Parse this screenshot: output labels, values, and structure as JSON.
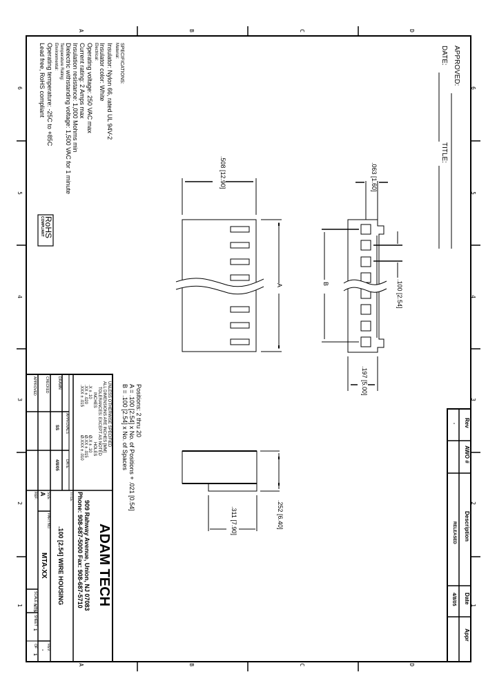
{
  "sheet_zones": {
    "columns": [
      "A",
      "B",
      "C",
      "D"
    ],
    "rows": [
      "6",
      "5",
      "4",
      "3",
      "2",
      "1"
    ]
  },
  "approval_header": {
    "approved_label": "APPROVED:",
    "date_label": "DATE:",
    "title_label": "TITLE:"
  },
  "specifications": {
    "heading": "SPECIFICATIONS:",
    "material_heading": "Material:",
    "insulator": "Insulator: Nylon 66, rated UL 94V-2",
    "insulator_color": "Insulator color: White",
    "electrical_heading": "Electrical:",
    "operating_voltage": "Operating voltage: 250 VAC max",
    "current_rating": "Current rating: 2 Amps max",
    "insulation_resistance": "Insulation resistance: 1,000 Mohms min",
    "dielectric": "Dielectric withstanding voltage: 1,500 VAC for 1 minute",
    "temperature_heading": "Temperature Rating:",
    "environmental_heading": "Environmental:",
    "operating_temperature": "Operating temperature: -25C to +85C",
    "lead_free": "Lead free, RoHS compliant"
  },
  "rohs_badge": {
    "line1": "RoHS",
    "line2": "COMPLIANT"
  },
  "top_view": {
    "width_dim": ".508 [12.90]",
    "length_label": "A"
  },
  "front_view": {
    "pitch_top_dim": ".063 [1.60]",
    "pitch_dim": ".100 [2.54]",
    "depth_dim": ".197 [5.00]",
    "length_label": "B"
  },
  "side_view": {
    "height_dim": ".252 [6.40]",
    "depth_dim": ".311 [7.90]"
  },
  "notes": {
    "positions": "Positions: 2 thru 20",
    "formula_a": "A = .100 [2.54] x No. of Positions + .021 [0.54]",
    "formula_b": "B = .100 [2.54] x No. of Spaces"
  },
  "title_block": {
    "tolerance_line1": "UNLESS OTHERWISE SPECIFIED",
    "tolerance_line2": "ALL DIMENSIONS ARE INCHES [MM]",
    "tolerance_line3": "TOLERANCES: EXCEPT AS NOTED",
    "inches_label": "INCHES",
    "holes_label": "HOLES",
    "tol_x": ".X  ± .10",
    "tol_xx": ".XX  ± .020",
    "tol_xxx": ".XXX  ± .015",
    "hole_x": "Ø.X  ± .10",
    "hole_xx": "Ø.XX  ± .015",
    "hole_xxx": "Ø.XXX  ± .010",
    "approvals_label": "APPROVALS",
    "date_col_label": "DATE",
    "drawn_label": "DRAWN",
    "drawn_by": "SS",
    "drawn_date": "4/8/05",
    "checked_label": "CHECKED",
    "approved_label": "APPROVED",
    "company": "ADAM TECH",
    "address": "909 Rahway Avenue, Union, NJ 07083",
    "phone": "Phone: 908-687-5000  Fax: 908-687-5710",
    "title_label": "TITLE",
    "title": ".100 [2.54] WIRE HOUSING",
    "size_label": "SIZE",
    "size_value": "A",
    "part_no_label": "PART NO.",
    "part_no": "MTA-XX",
    "rev_label": "REV.",
    "rev_value": "-",
    "ref_label": "REF:",
    "scale_label": "SCALE",
    "scale_value": "NTS",
    "sheet_label": "SHEET",
    "sheet_value": "1",
    "of_label": "OF",
    "of_value": "1"
  },
  "revision_block": {
    "rev_header": "Rev",
    "ecn_header": "AWO #",
    "desc_header": "Description",
    "date_header": "Date",
    "appr_header": "Appr",
    "rev_value": "-",
    "ecn_value": "",
    "desc_value": "RELEASED",
    "date_value": "4/8/05",
    "appr_value": ""
  }
}
